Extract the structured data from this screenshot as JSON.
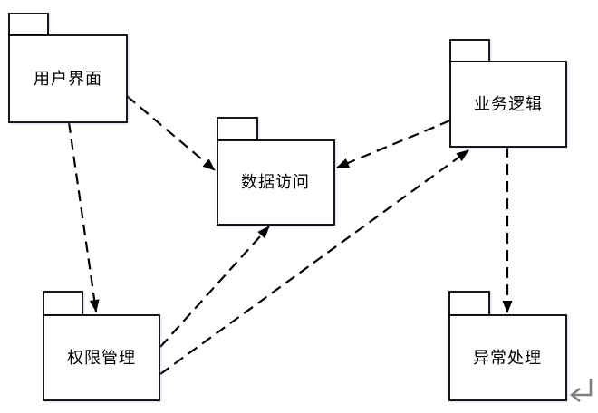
{
  "diagram": {
    "kind": "uml-package-diagram",
    "packages": [
      {
        "label": "用户界面"
      },
      {
        "label": "业务逻辑"
      },
      {
        "label": "数据访问"
      },
      {
        "label": "权限管理"
      },
      {
        "label": "异常处理"
      }
    ],
    "dependencies": [
      {
        "from": "用户界面",
        "to": "数据访问",
        "style": "dashed-arrow"
      },
      {
        "from": "用户界面",
        "to": "权限管理",
        "style": "dashed-arrow"
      },
      {
        "from": "业务逻辑",
        "to": "数据访问",
        "style": "dashed-arrow"
      },
      {
        "from": "权限管理",
        "to": "数据访问",
        "style": "dashed-arrow"
      },
      {
        "from": "权限管理",
        "to": "业务逻辑",
        "style": "dashed-arrow"
      },
      {
        "from": "业务逻辑",
        "to": "异常处理",
        "style": "dashed-arrow"
      }
    ],
    "icons": {
      "return_mark": "↵"
    },
    "colors": {
      "background": "#ffffff",
      "box_fill": "#ffffff",
      "box_border": "#000000",
      "arrow": "#000000",
      "return_mark": "#7f7f7f",
      "shadow_tint": "#96afd2"
    }
  }
}
